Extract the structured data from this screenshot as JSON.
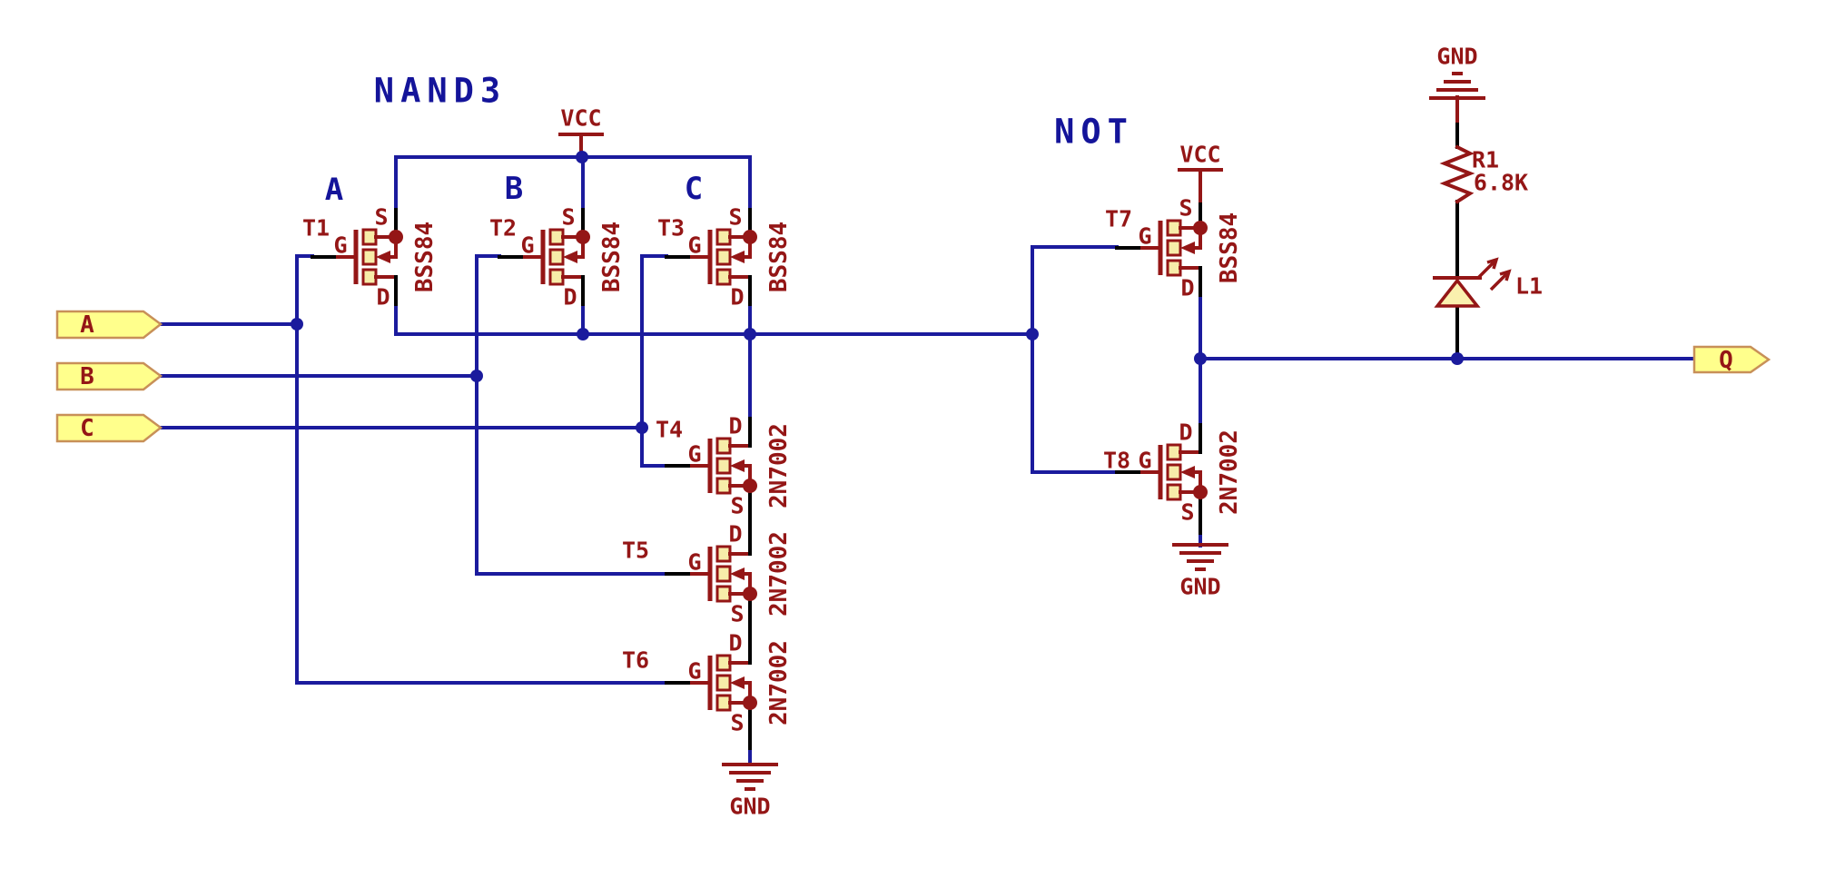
{
  "titles": {
    "nand3": "NAND3",
    "not_gate": "NOT"
  },
  "input_labels": [
    "A",
    "B",
    "C"
  ],
  "flags": [
    {
      "label": "A"
    },
    {
      "label": "B"
    },
    {
      "label": "C"
    },
    {
      "label": "Q"
    }
  ],
  "power": {
    "vcc": "VCC",
    "gnd": "GND"
  },
  "pin_names": {
    "source": "S",
    "gate": "G",
    "drain": "D"
  },
  "transistors": [
    {
      "ref": "T1",
      "value": "BSS84"
    },
    {
      "ref": "T2",
      "value": "BSS84"
    },
    {
      "ref": "T3",
      "value": "BSS84"
    },
    {
      "ref": "T4",
      "value": "2N7002"
    },
    {
      "ref": "T5",
      "value": "2N7002"
    },
    {
      "ref": "T6",
      "value": "2N7002"
    },
    {
      "ref": "T7",
      "value": "BSS84"
    },
    {
      "ref": "T8",
      "value": "2N7002"
    }
  ],
  "resistor": {
    "ref": "R1",
    "value": "6.8K"
  },
  "led": {
    "ref": "L1"
  },
  "colors": {
    "wire": "#1B1B9D",
    "title": "#14149A",
    "component": "#941616",
    "lead": "#000000",
    "flag_fill": "#FFFF8C",
    "flag_border": "#C89058",
    "channel_fill": "#F7EDA9",
    "led_fill": "#FAF0AE",
    "background": "#FFFFFF"
  }
}
